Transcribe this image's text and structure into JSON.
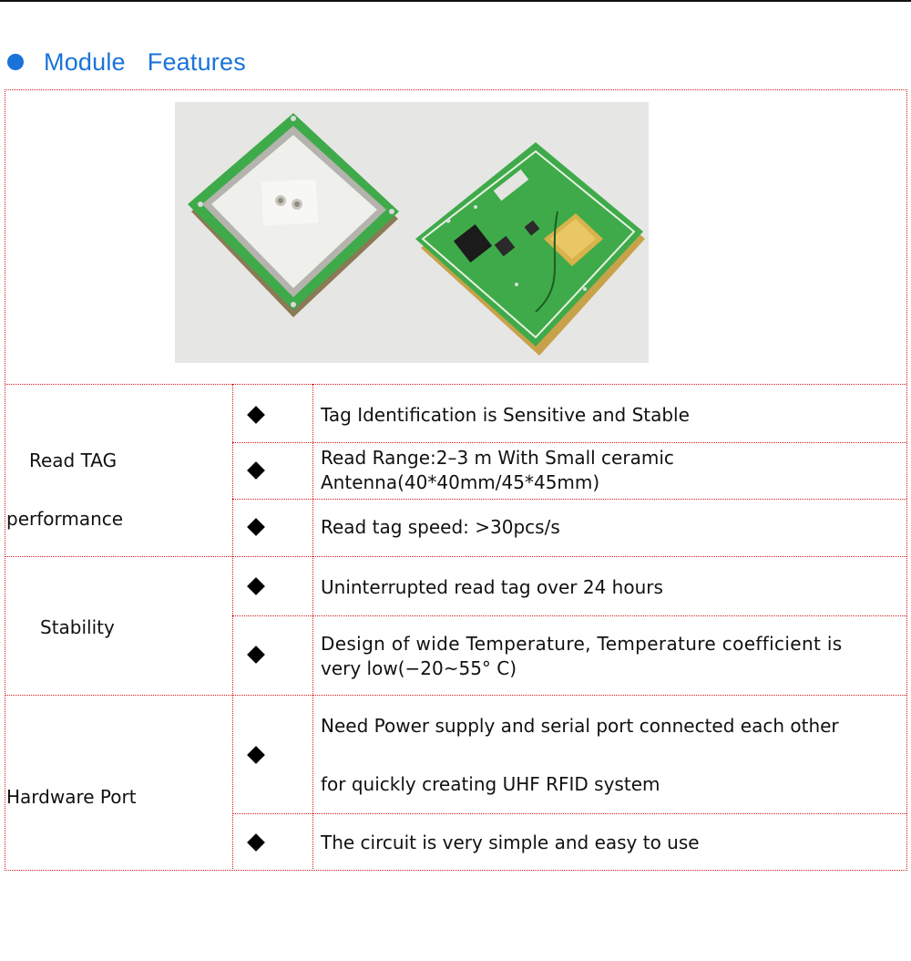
{
  "section": {
    "title_word1": "Module",
    "title_word2": "Features",
    "accent_color": "#1a73d9",
    "bullet_icon": "filled-circle"
  },
  "table": {
    "border_color": "#d21c1c",
    "image_alt": "UHF RFID module board photos: ceramic antenna side and circuit side",
    "marker_icon": "black-diamond",
    "groups": [
      {
        "category_lines": [
          "Read TAG",
          "performance"
        ],
        "rows": [
          {
            "lines": [
              "Tag Identification is Sensitive and Stable"
            ]
          },
          {
            "lines": [
              "Read Range:2–3 m With Small ceramic",
              "Antenna(40*40mm/45*45mm)"
            ]
          },
          {
            "lines": [
              "Read tag speed: >30pcs/s"
            ]
          }
        ]
      },
      {
        "category_lines": [
          "Stability"
        ],
        "rows": [
          {
            "lines": [
              "Uninterrupted read tag over 24 hours"
            ]
          },
          {
            "lines": [
              "Design of wide Temperature, Temperature coefficient is",
              "very low(−20~55° C)"
            ]
          }
        ]
      },
      {
        "category_lines": [
          "Hardware Port"
        ],
        "rows": [
          {
            "lines": [
              "Need Power supply and serial port connected each other",
              "for quickly creating UHF RFID system"
            ]
          },
          {
            "lines": [
              "The circuit is very simple and easy to use"
            ]
          }
        ]
      }
    ]
  }
}
